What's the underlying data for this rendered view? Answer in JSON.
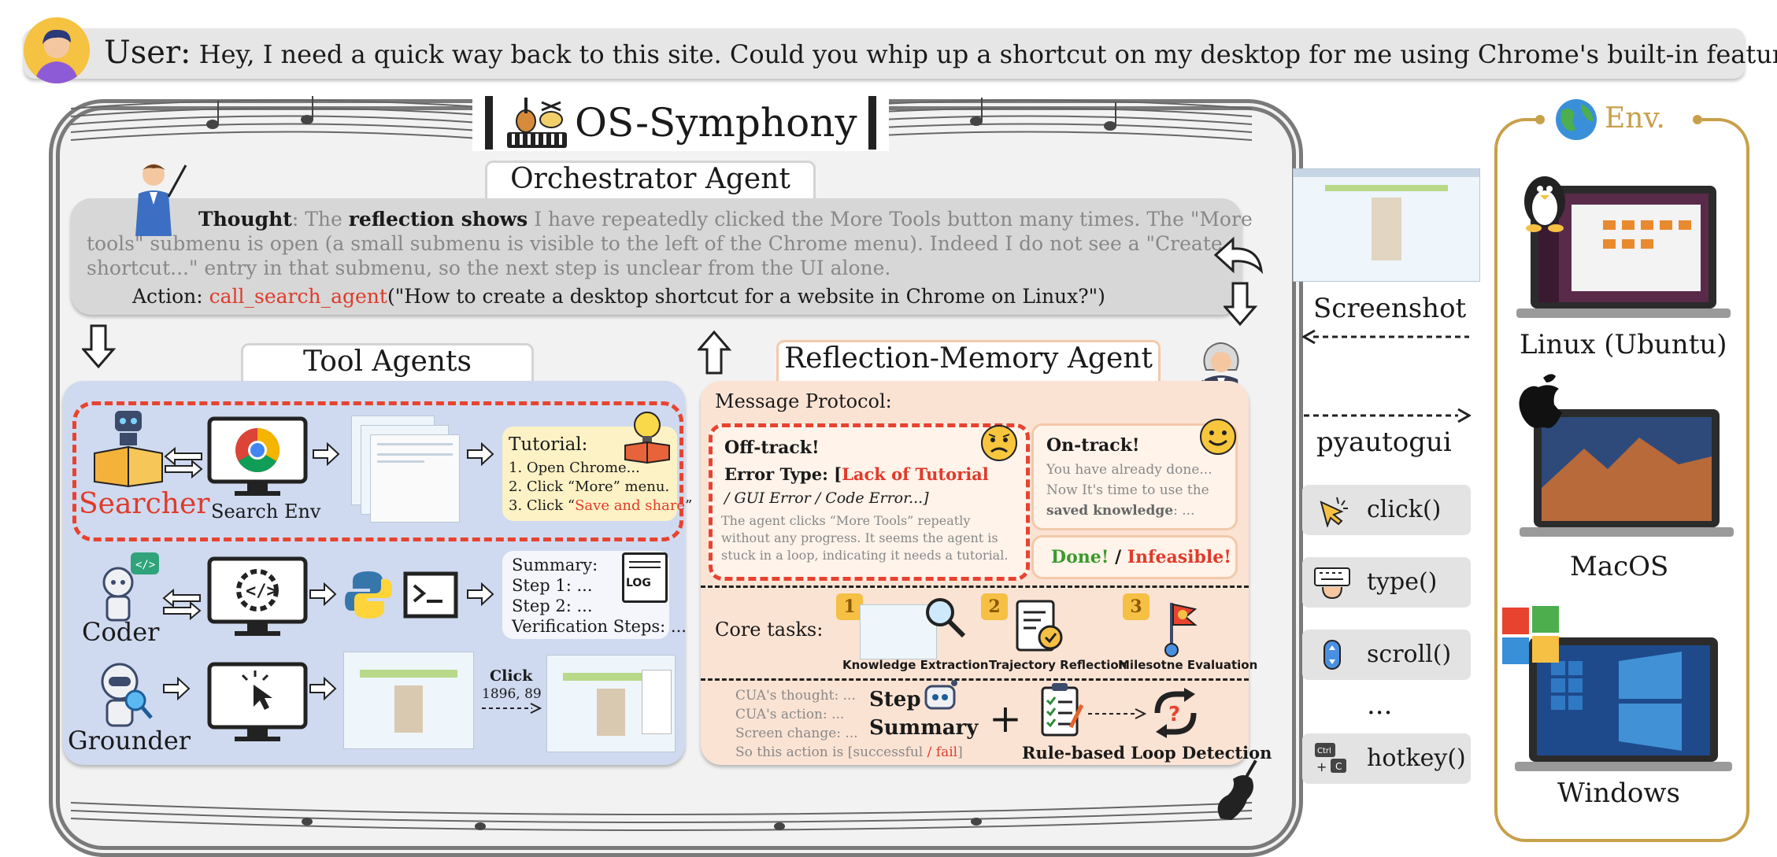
{
  "user": {
    "speaker": "User:",
    "request": "Hey, I need a quick way back to this site. Could you whip up a shortcut on my desktop for me using Chrome's built-in feature?"
  },
  "system": {
    "title": "OS-Symphony"
  },
  "orchestrator": {
    "header": "Orchestrator Agent",
    "thought_label": "Thought",
    "thought_colon": ": The ",
    "thought_bold": "reflection shows",
    "thought_rest_1": " I have repeatedly clicked the More Tools button many times. The \"More",
    "thought_rest_2": "tools\" submenu is open (a small submenu is visible to the left of the Chrome menu). Indeed I do not see a \"Create",
    "thought_rest_3": "shortcut...\" entry in that submenu, so the next step is unclear from the UI alone.",
    "action_label": "Action: ",
    "action_call": "call_search_agent",
    "action_args": "(\"How to create a desktop shortcut for a website in Chrome on Linux?\")"
  },
  "tool_agents": {
    "header": "Tool Agents",
    "searcher": {
      "name": "Searcher",
      "env_label": "Search Env",
      "tutorial_title": "Tutorial:",
      "steps": [
        "1. Open Chrome...",
        "2. Click “More” menu."
      ],
      "step3_prefix": "3. Click “",
      "step3_highlight": "Save and share",
      "step3_suffix": "”"
    },
    "coder": {
      "name": "Coder",
      "summary_lines": [
        "Summary:",
        "Step 1: ...",
        "Step 2: ...",
        "Verification Steps: ..."
      ],
      "log_label": "LOG"
    },
    "grounder": {
      "name": "Grounder",
      "click_label": "Click",
      "click_coords": "1896, 89"
    }
  },
  "reflection": {
    "header": "Reflection-Memory Agent",
    "protocol_label": "Message Protocol:",
    "off_track": {
      "title": "Off-track!",
      "error_label": "Error Type: [",
      "error_main": "Lack of Tutorial",
      "error_rest": "/ GUI Error / Code Error...]",
      "desc": [
        "The agent clicks “More Tools” repeatly",
        "without any progress. It seems the agent is",
        "stuck in a loop, indicating it needs a tutorial."
      ]
    },
    "on_track": {
      "title": "On-track!",
      "lines": [
        "You have already done...",
        "Now It's time to use the"
      ],
      "saved_bold": "saved knowledge",
      "saved_rest": ": ..."
    },
    "status": {
      "done": "Done!",
      "slash": " / ",
      "infeasible": "Infeasible!"
    },
    "core_tasks_label": "Core tasks:",
    "tasks": [
      {
        "num": "1",
        "label": "Knowledge Extraction"
      },
      {
        "num": "2",
        "label": "Trajectory Reflection"
      },
      {
        "num": "3",
        "label": "Milesotne Evaluation"
      }
    ],
    "step_lines": [
      "CUA's thought: ...",
      "CUA's action: ...",
      "Screen change: ..."
    ],
    "step_result_prefix": "So this action is [successful ",
    "step_result_slash": "/",
    "step_result_fail": " fail",
    "step_result_suffix": "]",
    "step_summary": [
      "Step",
      "Summary"
    ],
    "plus": "+",
    "loop_label": "Rule-based Loop Detection"
  },
  "interface": {
    "screenshot_label": "Screenshot",
    "pyautogui_label": "pyautogui",
    "actions": [
      "click()",
      "type()",
      "scroll()",
      "...",
      "hotkey()"
    ]
  },
  "env": {
    "title": "Env.",
    "systems": [
      "Linux (Ubuntu)",
      "MacOS",
      "Windows"
    ]
  },
  "colors": {
    "accent_red": "#e03a2a",
    "tool_panel": "#cfdaf0",
    "reflection_panel": "#fbe3d4",
    "env_border": "#c8a04a",
    "done_green": "#3a9a2a"
  }
}
